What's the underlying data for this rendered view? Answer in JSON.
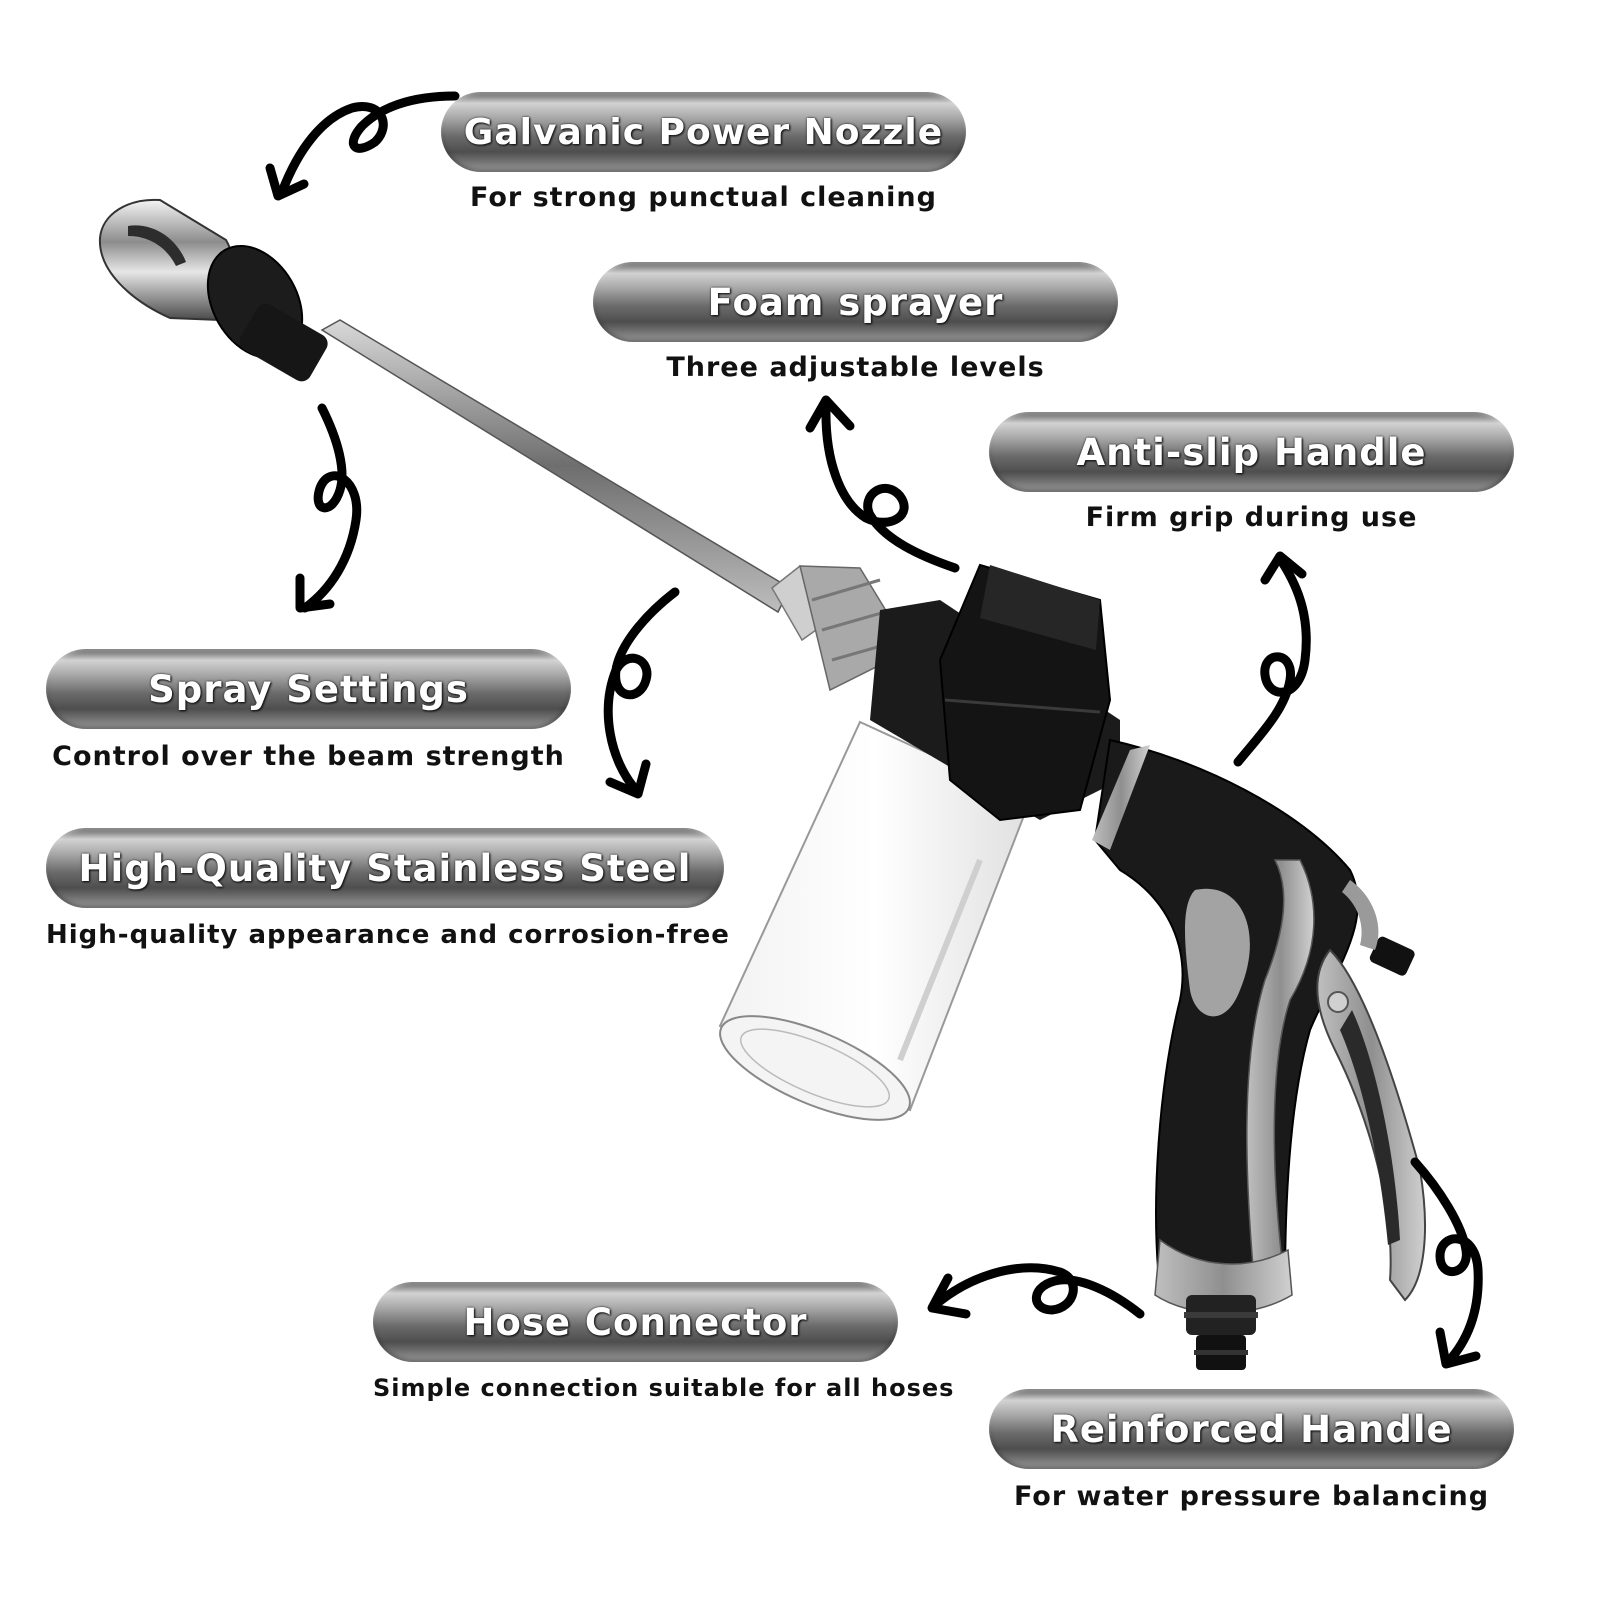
{
  "colors": {
    "background": "#ffffff",
    "label_text": "#ffffff",
    "caption_text": "#111111",
    "arrow": "#000000"
  },
  "features": [
    {
      "key": "nozzle",
      "title": "Galvanic Power Nozzle",
      "subtitle": "For strong punctual cleaning"
    },
    {
      "key": "foam",
      "title": "Foam sprayer",
      "subtitle": "Three adjustable levels"
    },
    {
      "key": "grip",
      "title": "Anti-slip Handle",
      "subtitle": "Firm grip during use"
    },
    {
      "key": "spray",
      "title": "Spray Settings",
      "subtitle": "Control over the beam strength"
    },
    {
      "key": "steel",
      "title": "High-Quality Stainless Steel",
      "subtitle": "High-quality appearance and corrosion-free"
    },
    {
      "key": "hose",
      "title": "Hose Connector",
      "subtitle": "Simple connection suitable for all hoses"
    },
    {
      "key": "reinforced",
      "title": "Reinforced Handle",
      "subtitle": "For water pressure balancing"
    }
  ]
}
